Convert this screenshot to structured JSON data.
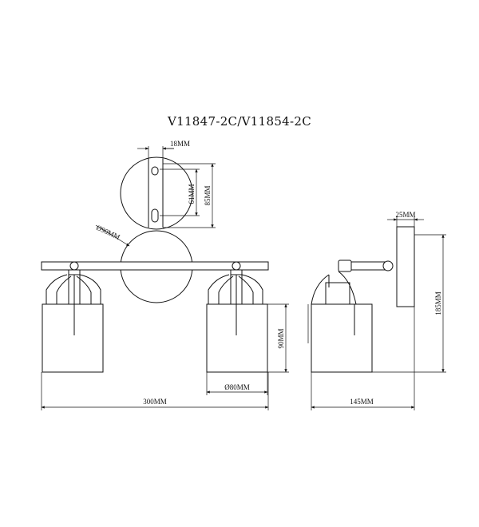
{
  "title": "V11847-2C/V11854-2C",
  "dimensions": {
    "bracket_width": "18MM",
    "hole_spacing": "61MM",
    "plate_height": "85MM",
    "plate_diameter": "Ø90MM",
    "shade_height": "90MM",
    "shade_diameter": "Ø80MM",
    "overall_width": "300MM",
    "base_depth": "25MM",
    "overall_height": "185MM",
    "projection": "145MM"
  }
}
